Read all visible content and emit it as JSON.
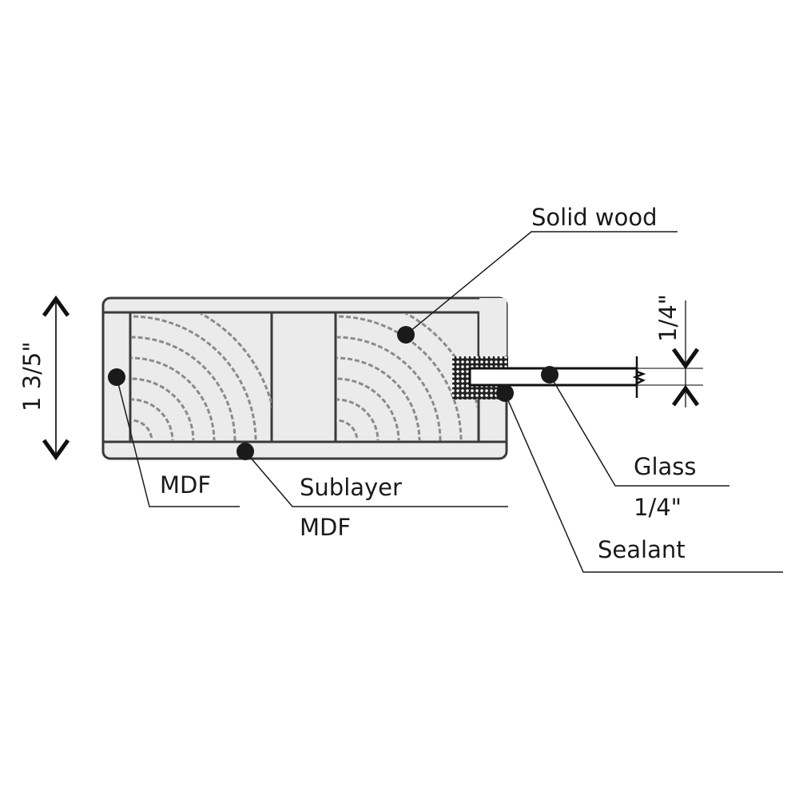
{
  "labels": {
    "solid_wood": "Solid wood",
    "mdf": "MDF",
    "sublayer": "Sublayer",
    "sublayer_material": "MDF",
    "glass": "Glass",
    "glass_thickness": "1/4\"",
    "sealant": "Sealant"
  },
  "dimensions": {
    "total_thickness": "1 3/5\"",
    "glass_thickness": "1/4\""
  },
  "colors": {
    "line": "#333333",
    "fill": "#ebebeb",
    "grain": "#8a8a8a",
    "dot": "#1a1a1a"
  }
}
